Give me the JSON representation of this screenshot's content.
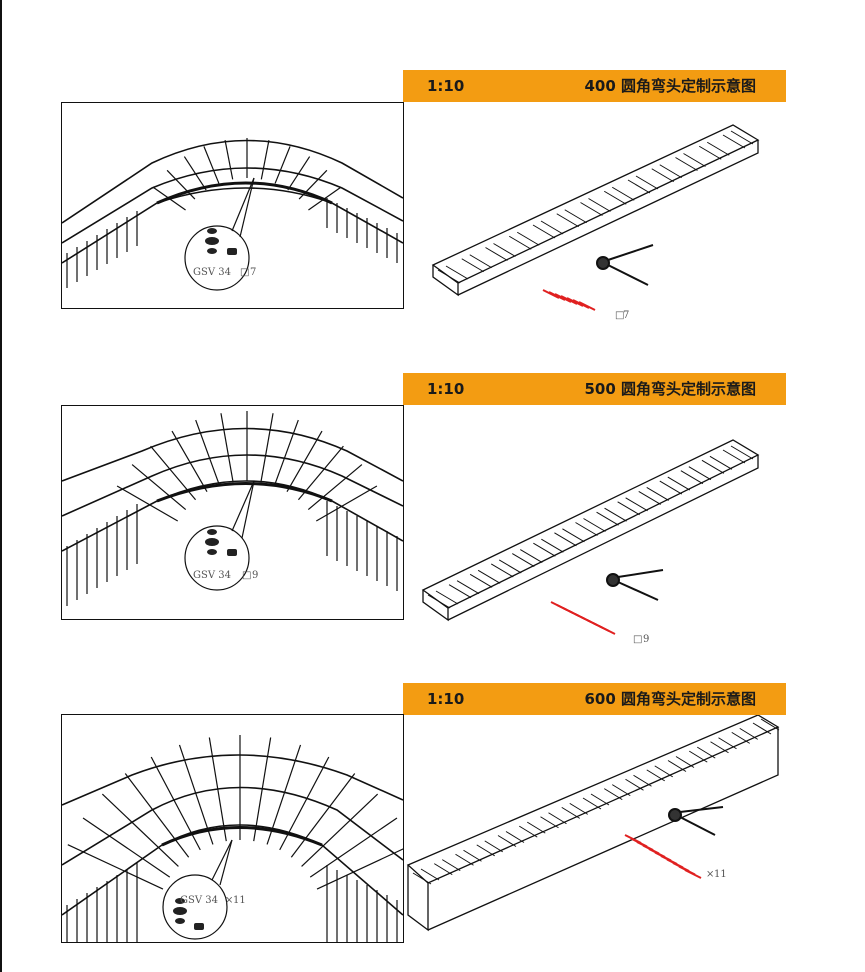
{
  "sections": [
    {
      "scale": "1:10",
      "title": "400 圆角弯头定制示意图",
      "part_code": "GSV 34",
      "qty_symbol": "□",
      "qty": "7"
    },
    {
      "scale": "1:10",
      "title": "500 圆角弯头定制示意图",
      "part_code": "GSV 34",
      "qty_symbol": "□",
      "qty": "9"
    },
    {
      "scale": "1:10",
      "title": "600 圆角弯头定制示意图",
      "part_code": "GSV 34",
      "qty_symbol": "×",
      "qty": "11"
    }
  ],
  "colors": {
    "accent": "#f39c12",
    "line": "#111111",
    "clip": "#e02020"
  }
}
